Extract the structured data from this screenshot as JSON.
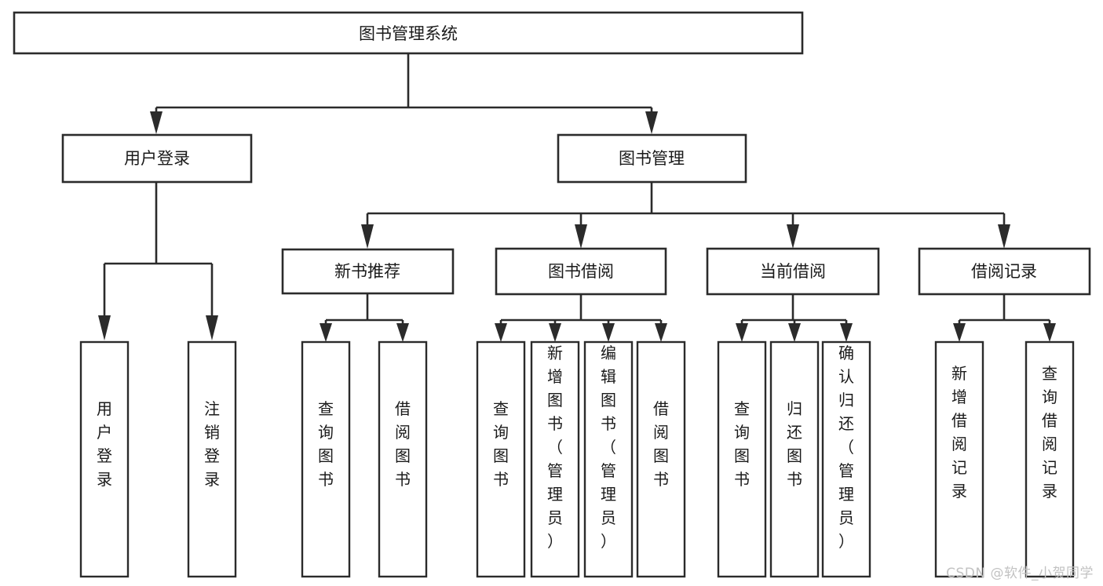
{
  "diagram": {
    "type": "tree-hierarchy",
    "title": "图书管理系统",
    "watermark": "CSDN @软件_小贺同学",
    "nodes": {
      "root": {
        "label": "图书管理系统",
        "level": 0,
        "orientation": "horizontal"
      },
      "l1": [
        {
          "id": "user-login",
          "label": "用户登录",
          "level": 1,
          "orientation": "horizontal"
        },
        {
          "id": "book-manage",
          "label": "图书管理",
          "level": 1,
          "orientation": "horizontal"
        }
      ],
      "l2": [
        {
          "id": "new-book-rec",
          "label": "新书推荐",
          "level": 2,
          "orientation": "horizontal",
          "parent": "book-manage"
        },
        {
          "id": "book-borrow",
          "label": "图书借阅",
          "level": 2,
          "orientation": "horizontal",
          "parent": "book-manage"
        },
        {
          "id": "current-borrow",
          "label": "当前借阅",
          "level": 2,
          "orientation": "horizontal",
          "parent": "book-manage"
        },
        {
          "id": "borrow-record",
          "label": "借阅记录",
          "level": 2,
          "orientation": "horizontal",
          "parent": "book-manage"
        }
      ],
      "leaves": [
        {
          "id": "leaf-user-login",
          "label": "用户登录",
          "parent": "user-login",
          "orientation": "vertical"
        },
        {
          "id": "leaf-logout",
          "label": "注销登录",
          "parent": "user-login",
          "orientation": "vertical"
        },
        {
          "id": "leaf-query-book-1",
          "label": "查询图书",
          "parent": "new-book-rec",
          "orientation": "vertical"
        },
        {
          "id": "leaf-borrow-book-1",
          "label": "借阅图书",
          "parent": "new-book-rec",
          "orientation": "vertical"
        },
        {
          "id": "leaf-query-book-2",
          "label": "查询图书",
          "parent": "book-borrow",
          "orientation": "vertical"
        },
        {
          "id": "leaf-add-book",
          "label": "新增图书（管理员）",
          "parent": "book-borrow",
          "orientation": "vertical"
        },
        {
          "id": "leaf-edit-book",
          "label": "编辑图书（管理员）",
          "parent": "book-borrow",
          "orientation": "vertical"
        },
        {
          "id": "leaf-borrow-book-2",
          "label": "借阅图书",
          "parent": "book-borrow",
          "orientation": "vertical"
        },
        {
          "id": "leaf-query-book-3",
          "label": "查询图书",
          "parent": "current-borrow",
          "orientation": "vertical"
        },
        {
          "id": "leaf-return-book",
          "label": "归还图书",
          "parent": "current-borrow",
          "orientation": "vertical"
        },
        {
          "id": "leaf-confirm-return",
          "label": "确认归还（管理员）",
          "parent": "current-borrow",
          "orientation": "vertical"
        },
        {
          "id": "leaf-add-record",
          "label": "新增借阅记录",
          "parent": "borrow-record",
          "orientation": "vertical"
        },
        {
          "id": "leaf-query-record",
          "label": "查询借阅记录",
          "parent": "borrow-record",
          "orientation": "vertical"
        }
      ]
    },
    "colors": {
      "stroke": "#2b2b2b",
      "fill": "#ffffff",
      "text": "#1a1a1a",
      "watermark": "#c2c2c2"
    }
  }
}
